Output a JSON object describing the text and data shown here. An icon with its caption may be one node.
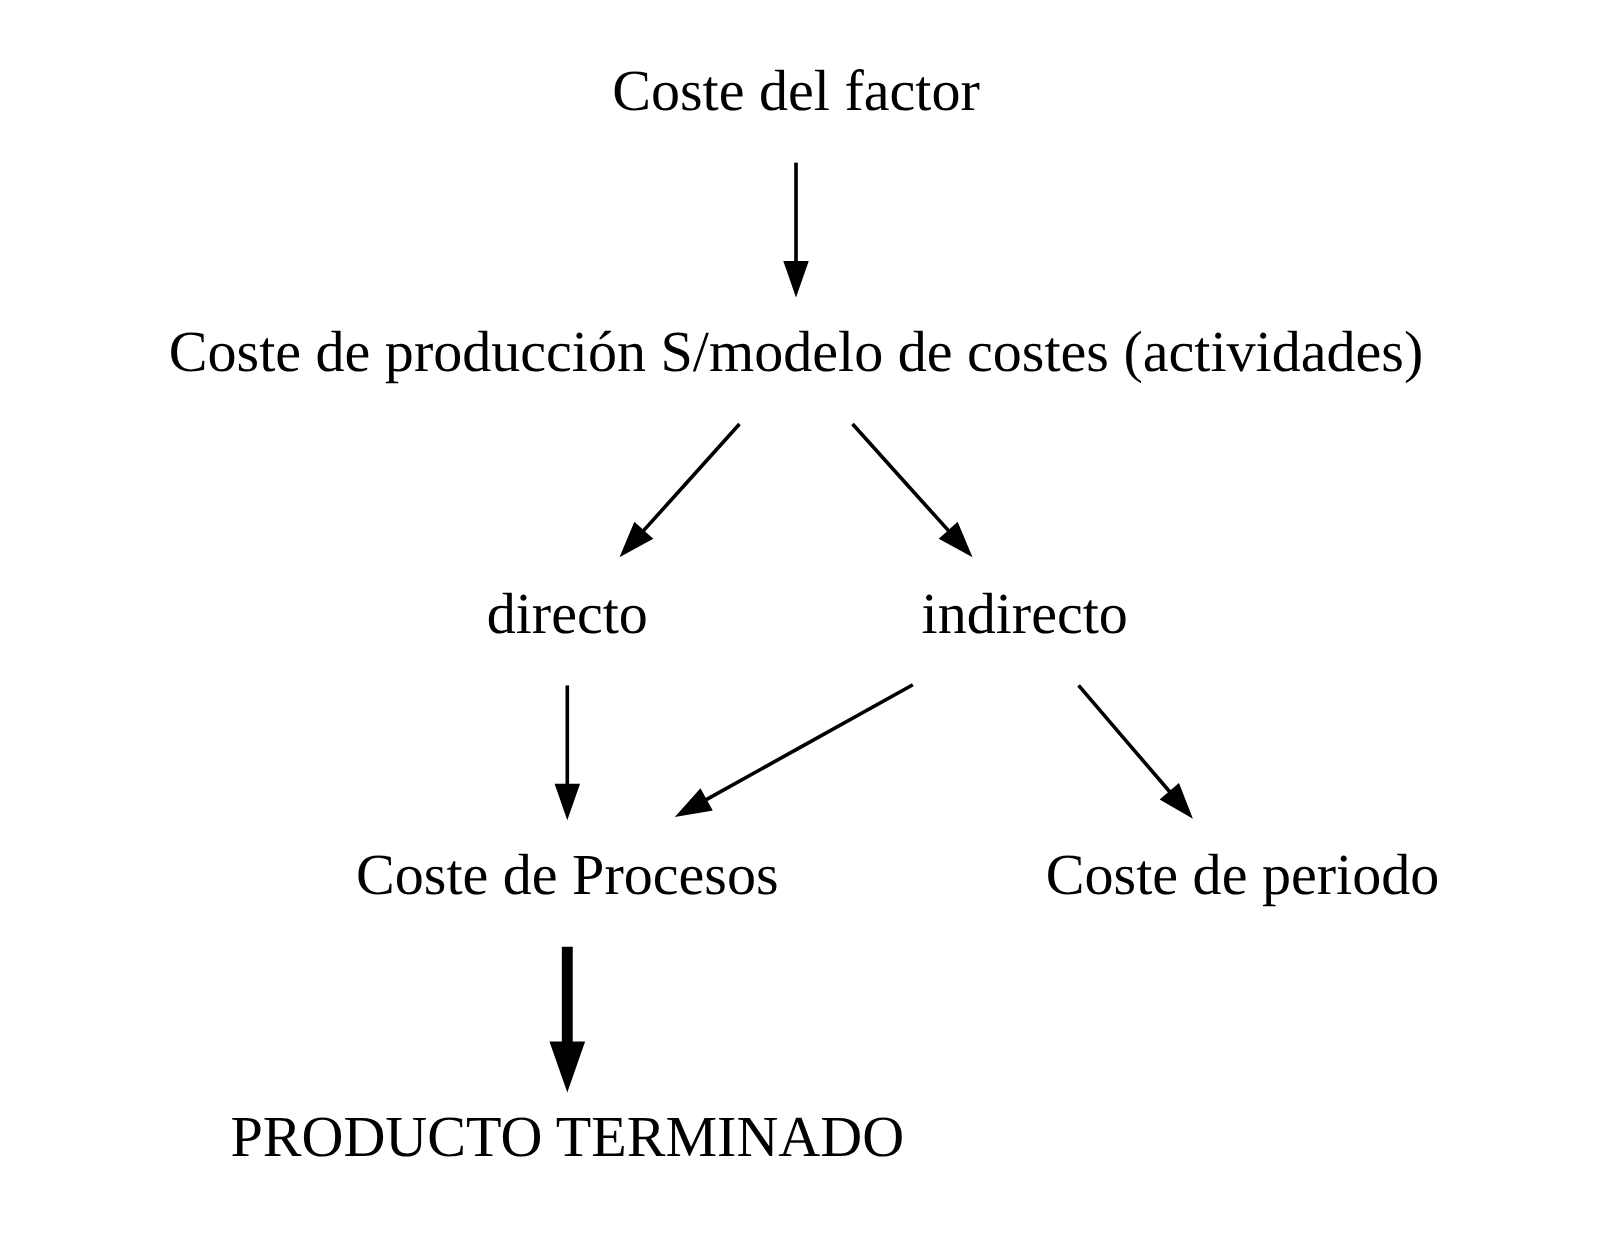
{
  "diagram": {
    "nodes": [
      {
        "text": [
          "Coste del factor"
        ]
      },
      {
        "text": [
          "Coste de producción S/modelo de costes (actividades)"
        ]
      },
      {
        "text": [
          "directo"
        ]
      },
      {
        "text": [
          "indirecto"
        ]
      },
      {
        "text": [
          "Coste de Procesos"
        ]
      },
      {
        "text": [
          "Coste de periodo"
        ]
      },
      {
        "text": [
          "PRODUCTO TERMINADO"
        ]
      }
    ],
    "edges": [
      {
        "from": 0,
        "to": 1,
        "arrow": "to"
      },
      {
        "from": 1,
        "to": 2,
        "arrow": "to"
      },
      {
        "from": 1,
        "to": 3,
        "arrow": "to"
      },
      {
        "from": 2,
        "to": 4,
        "arrow": "to"
      },
      {
        "from": 3,
        "to": 4,
        "arrow": "to"
      },
      {
        "from": 3,
        "to": 5,
        "arrow": "to"
      },
      {
        "from": 4,
        "to": 6,
        "arrow": "to",
        "style": "thick"
      }
    ]
  }
}
